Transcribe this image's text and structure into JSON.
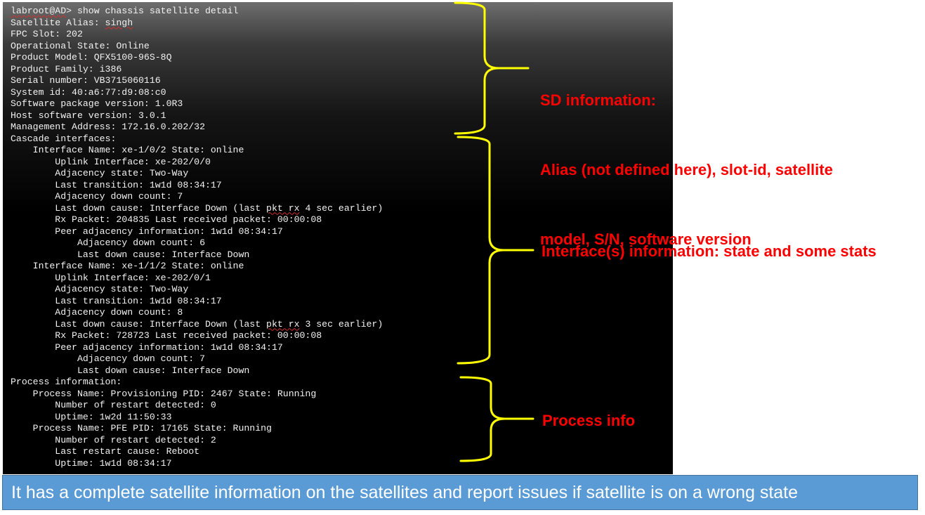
{
  "terminal": {
    "lines": [
      {
        "pre": "",
        "squig": "labroot@AD",
        "post": "> show chassis satellite detail"
      },
      {
        "pre": "Satellite Alias: ",
        "squig": "singh",
        "post": ""
      },
      {
        "pre": "FPC Slot: 202",
        "squig": "",
        "post": ""
      },
      {
        "pre": "Operational State: Online",
        "squig": "",
        "post": ""
      },
      {
        "pre": "Product Model: QFX5100-96S-8Q",
        "squig": "",
        "post": ""
      },
      {
        "pre": "Product Family: i386",
        "squig": "",
        "post": ""
      },
      {
        "pre": "Serial number: VB3715060116",
        "squig": "",
        "post": ""
      },
      {
        "pre": "System id: 40:a6:77:d9:08:c0",
        "squig": "",
        "post": ""
      },
      {
        "pre": "Software package version: 1.0R3",
        "squig": "",
        "post": ""
      },
      {
        "pre": "Host software version: 3.0.1",
        "squig": "",
        "post": ""
      },
      {
        "pre": "Management Address: 172.16.0.202/32",
        "squig": "",
        "post": ""
      },
      {
        "pre": "Cascade interfaces:",
        "squig": "",
        "post": ""
      },
      {
        "pre": "    Interface Name: xe-1/0/2 State: online",
        "squig": "",
        "post": ""
      },
      {
        "pre": "        Uplink Interface: xe-202/0/0",
        "squig": "",
        "post": ""
      },
      {
        "pre": "        Adjacency state: Two-Way",
        "squig": "",
        "post": ""
      },
      {
        "pre": "        Last transition: 1w1d 08:34:17",
        "squig": "",
        "post": ""
      },
      {
        "pre": "        Adjacency down count: 7",
        "squig": "",
        "post": ""
      },
      {
        "pre": "        Last down cause: Interface Down (last ",
        "squig": "pkt rx",
        "post": " 4 sec earlier)"
      },
      {
        "pre": "        Rx Packet: 204835 Last received packet: 00:00:08",
        "squig": "",
        "post": ""
      },
      {
        "pre": "        Peer adjacency information: 1w1d 08:34:17",
        "squig": "",
        "post": ""
      },
      {
        "pre": "            Adjacency down count: 6",
        "squig": "",
        "post": ""
      },
      {
        "pre": "            Last down cause: Interface Down",
        "squig": "",
        "post": ""
      },
      {
        "pre": "    Interface Name: xe-1/1/2 State: online",
        "squig": "",
        "post": ""
      },
      {
        "pre": "        Uplink Interface: xe-202/0/1",
        "squig": "",
        "post": ""
      },
      {
        "pre": "        Adjacency state: Two-Way",
        "squig": "",
        "post": ""
      },
      {
        "pre": "        Last transition: 1w1d 08:34:17",
        "squig": "",
        "post": ""
      },
      {
        "pre": "        Adjacency down count: 8",
        "squig": "",
        "post": ""
      },
      {
        "pre": "        Last down cause: Interface Down (last ",
        "squig": "pkt rx",
        "post": " 3 sec earlier)"
      },
      {
        "pre": "        Rx Packet: 728723 Last received packet: 00:00:08",
        "squig": "",
        "post": ""
      },
      {
        "pre": "        Peer adjacency information: 1w1d 08:34:17",
        "squig": "",
        "post": ""
      },
      {
        "pre": "            Adjacency down count: 7",
        "squig": "",
        "post": ""
      },
      {
        "pre": "            Last down cause: Interface Down",
        "squig": "",
        "post": ""
      },
      {
        "pre": "Process information:",
        "squig": "",
        "post": ""
      },
      {
        "pre": "    Process Name: Provisioning PID: 2467 State: Running",
        "squig": "",
        "post": ""
      },
      {
        "pre": "        Number of restart detected: 0",
        "squig": "",
        "post": ""
      },
      {
        "pre": "        Uptime: 1w2d 11:50:33",
        "squig": "",
        "post": ""
      },
      {
        "pre": "    Process Name: PFE PID: 17165 State: Running",
        "squig": "",
        "post": ""
      },
      {
        "pre": "        Number of restart detected: 2",
        "squig": "",
        "post": ""
      },
      {
        "pre": "        Last restart cause: Reboot",
        "squig": "",
        "post": ""
      },
      {
        "pre": "        Uptime: 1w1d 08:34:17",
        "squig": "",
        "post": ""
      }
    ]
  },
  "annotations": {
    "sd_info": {
      "line1": "SD information:",
      "line2": "Alias (not defined here), slot-id, satellite",
      "line3": "model, S/N, software version"
    },
    "interface_info": "Interface(s) information: state and some stats",
    "process_info": "Process info"
  },
  "banner": {
    "text": "It has a complete satellite information on the satellites and report issues if satellite is on a wrong state"
  },
  "colors": {
    "terminal_bg": "#000000",
    "terminal_text": "#f2f2f2",
    "annotation_text": "#ff0000",
    "brace": "#ffff00",
    "banner_bg": "#5b9bd5",
    "banner_text": "#ffffff"
  }
}
